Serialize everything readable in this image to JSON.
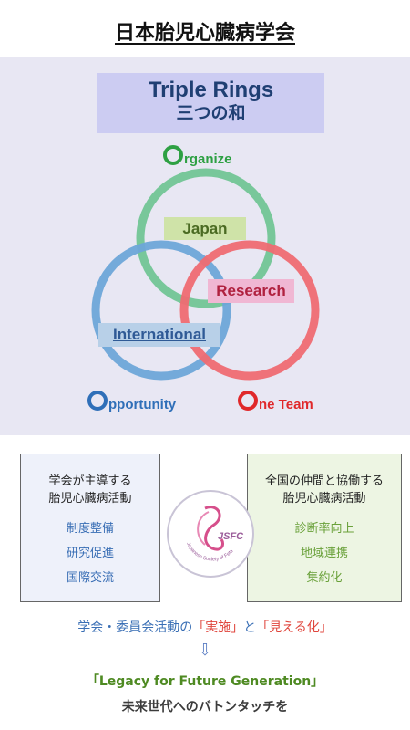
{
  "title": "日本胎児心臓病学会",
  "triple_rings": {
    "title_en": "Triple Rings",
    "title_ja": "三つの和"
  },
  "rings": {
    "organize": {
      "initial": "O",
      "rest": "rganize",
      "color": "#2ea043"
    },
    "opportunity": {
      "initial": "O",
      "rest": "pportunity",
      "color": "#2f6fb8"
    },
    "one_team": {
      "initial": "O",
      "rest": "ne Team",
      "color": "#e0282a"
    },
    "japan": {
      "label": "Japan",
      "color": "#4a6a22",
      "highlight": "#cfe3a8",
      "ring_color": "#78c79a"
    },
    "research": {
      "label": "Research",
      "color": "#b0213f",
      "highlight": "#f0b7d3",
      "ring_color": "#ef6b72"
    },
    "international": {
      "label": "International",
      "color": "#2f5a96",
      "highlight": "#b8d0e8",
      "ring_color": "#6ea6d8"
    }
  },
  "left_box": {
    "heading_line1": "学会が主導する",
    "heading_line2": "胎児心臓病活動",
    "items": [
      "制度整備",
      "研究促進",
      "国際交流"
    ]
  },
  "right_box": {
    "heading_line1": "全国の仲間と協働する",
    "heading_line2": "胎児心臓病活動",
    "items": [
      "診断率向上",
      "地域連携",
      "集約化"
    ]
  },
  "logo": {
    "text": "JSFC",
    "subtext": "Japanese Society of Fetal Cardiology"
  },
  "footer": {
    "line1_a": "学会・委員会活動の",
    "line1_b": "「実施」",
    "line1_c": "と",
    "line1_d": "「見える化」",
    "arrow": "⇩",
    "line2": "「Legacy for Future Generation」",
    "line3": "未来世代へのバトンタッチを"
  }
}
